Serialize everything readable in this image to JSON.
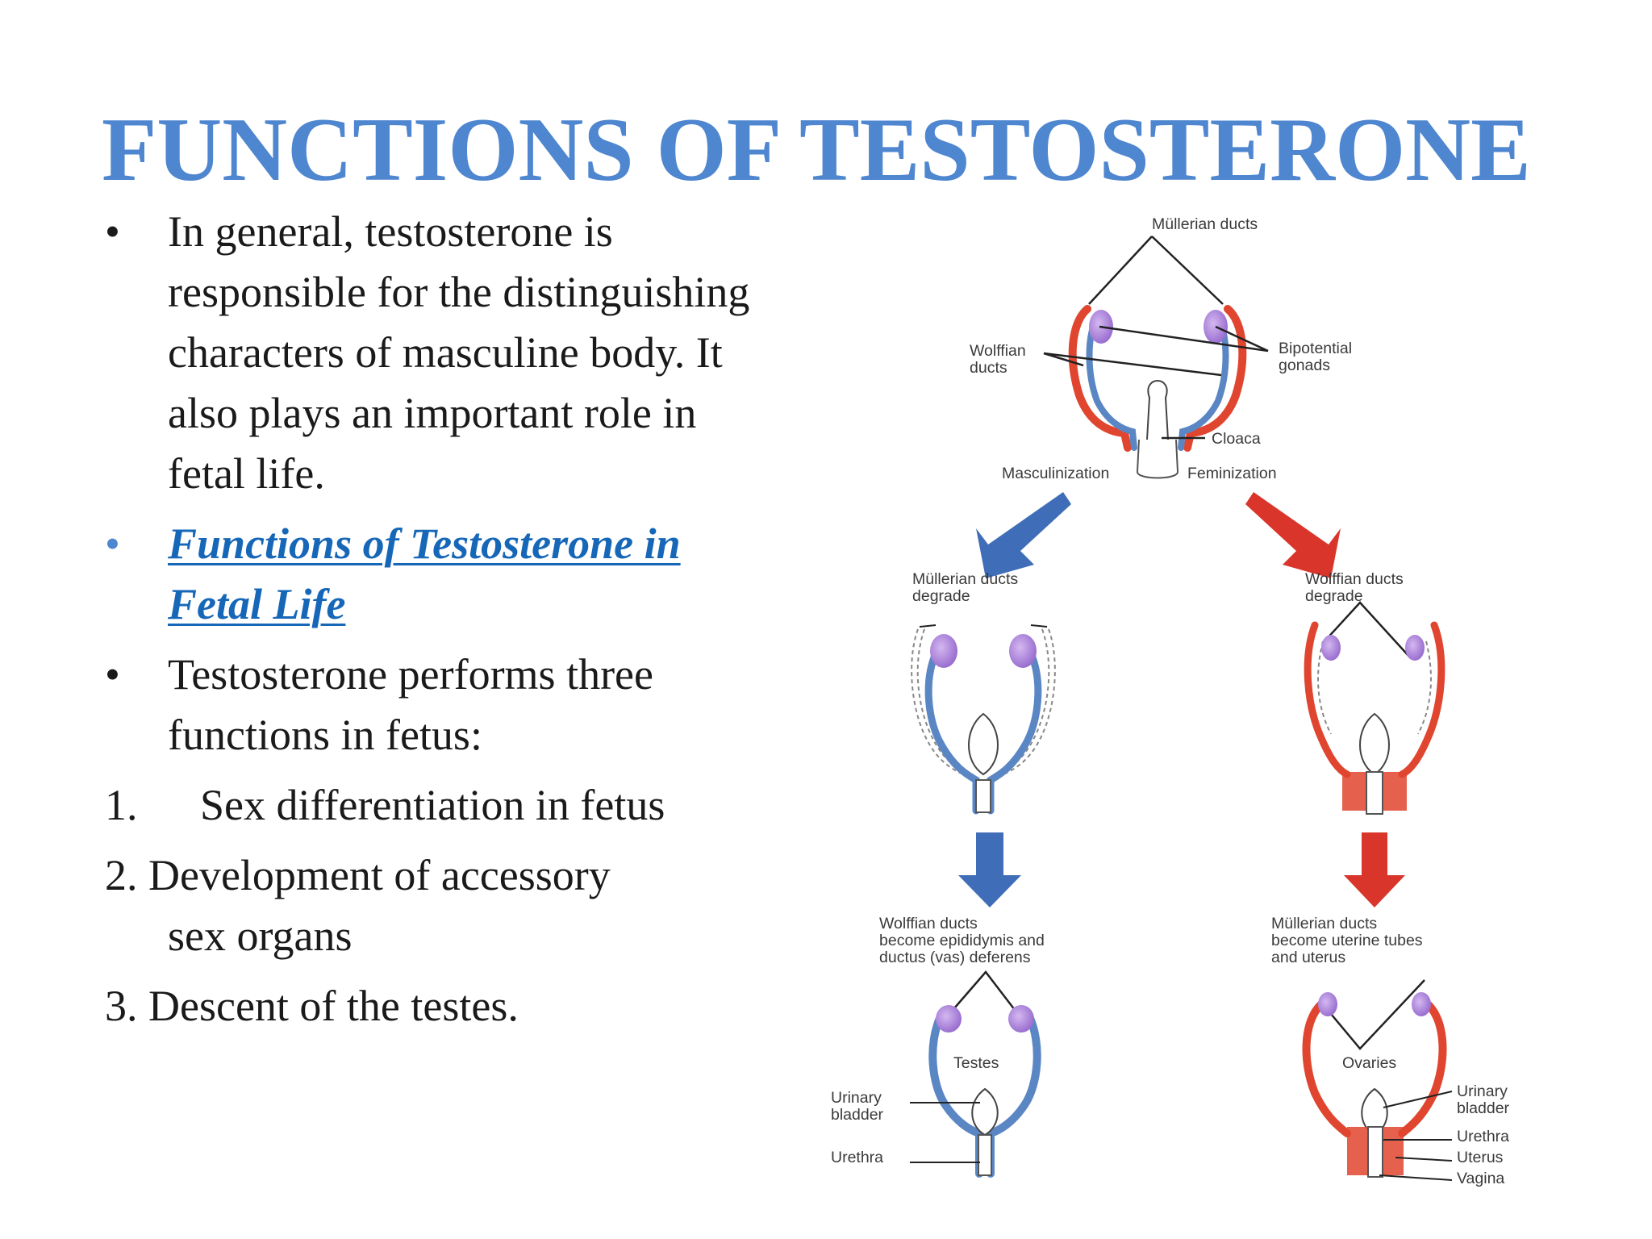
{
  "slide": {
    "title": "FUNCTIONS OF TESTOSTERONE",
    "bullets": [
      {
        "marker": "•",
        "text": "In general, testosterone is responsible for the distinguishing characters of masculine body. It also plays an important role in fetal life."
      },
      {
        "marker": "•",
        "text": "Functions of Testosterone in Fetal Life"
      },
      {
        "marker": "•",
        "text": "Testosterone performs three functions in fetus:"
      }
    ],
    "numbered": [
      {
        "marker": "1.",
        "text": "Sex differentiation in fetus"
      },
      {
        "lead": "2. Development of accessory",
        "cont": "sex organs"
      },
      {
        "lead": "3. Descent of the testes."
      }
    ]
  },
  "diagram": {
    "top": {
      "mullerian_ducts": "Müllerian ducts",
      "wolffian_ducts_1": "Wolffian",
      "wolffian_ducts_2": "ducts",
      "bipotential_gonads_1": "Bipotential",
      "bipotential_gonads_2": "gonads",
      "cloaca": "Cloaca",
      "masculinization": "Masculinization",
      "feminization": "Feminization"
    },
    "middle": {
      "left_1": "Müllerian ducts",
      "left_2": "degrade",
      "right_1": "Wolffian ducts",
      "right_2": "degrade"
    },
    "bottom_left": {
      "caption_1": "Wolffian ducts",
      "caption_2": "become epididymis and",
      "caption_3": "ductus (vas) deferens",
      "testes": "Testes",
      "urinary_1": "Urinary",
      "urinary_2": "bladder",
      "urethra": "Urethra"
    },
    "bottom_right": {
      "caption_1": "Müllerian ducts",
      "caption_2": "become uterine tubes",
      "caption_3": "and uterus",
      "ovaries": "Ovaries",
      "urinary_1": "Urinary",
      "urinary_2": "bladder",
      "urethra": "Urethra",
      "uterus": "Uterus",
      "vagina": "Vagina"
    },
    "colors": {
      "wolffian_blue": "#5b86c4",
      "mullerian_red": "#e0452f",
      "gonad_purple": "#a17ad2",
      "masculinization_arrow": "#3f6db8",
      "feminization_arrow": "#d9352a"
    }
  }
}
